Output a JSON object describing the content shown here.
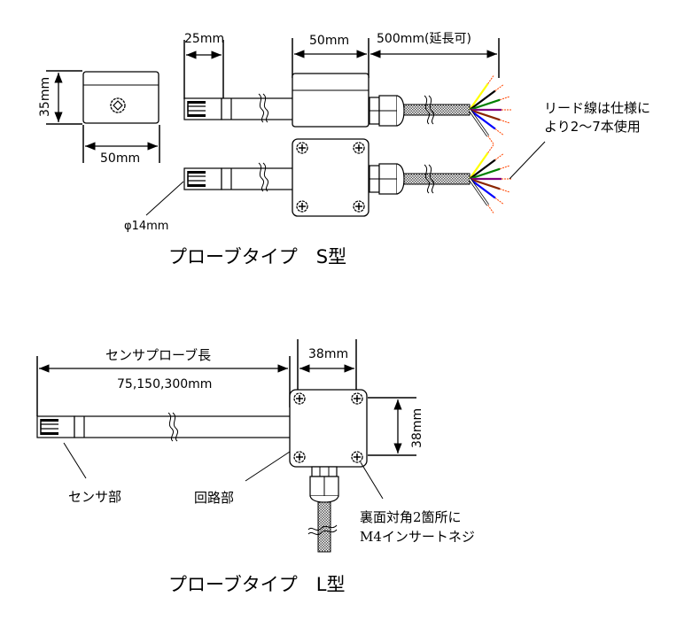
{
  "s_type": {
    "title": "プローブタイプ　S型",
    "front_view": {
      "height_label": "35mm",
      "width_label": "50mm"
    },
    "sensor_length_label": "25mm",
    "box_length_label": "50mm",
    "cable_length_label": "500mm(延長可)",
    "diameter_label": "φ14mm",
    "lead_note_line1": "リード線は仕様に",
    "lead_note_line2": "より2～7本使用"
  },
  "l_type": {
    "title": "プローブタイプ　L型",
    "probe_length_label": "センサプローブ長",
    "probe_length_values": "75,150,300mm",
    "box_width_label": "38mm",
    "box_height_label": "38mm",
    "sensor_part_label": "センサ部",
    "circuit_part_label": "回路部",
    "screw_note_line1": "裏面対角2箇所に",
    "screw_note_line2": "M4インサートネジ"
  },
  "wire_colors": [
    "#ffff00",
    "#000000",
    "#008000",
    "#800080",
    "#8b2500",
    "#0000ff",
    "#ffffff"
  ],
  "wire_tip_color": "#ff4500"
}
